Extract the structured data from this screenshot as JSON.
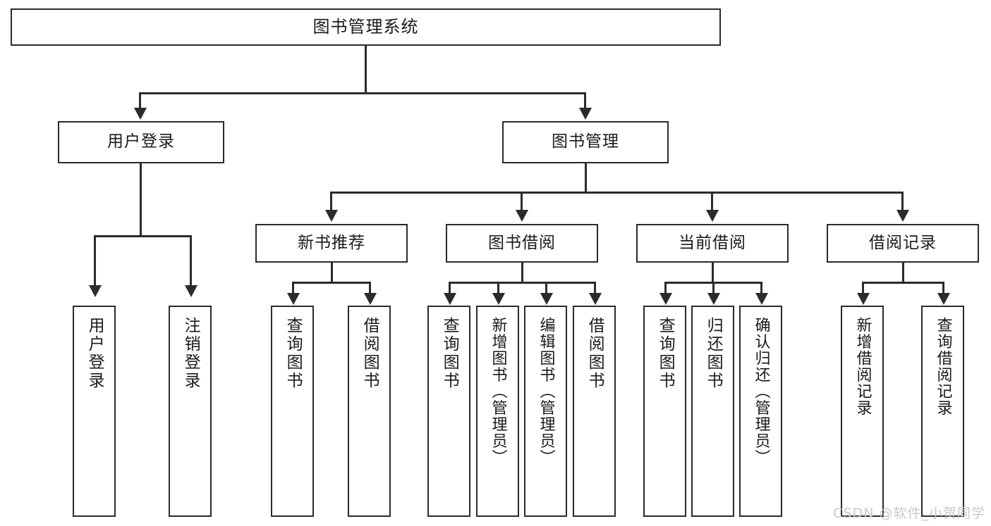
{
  "diagram": {
    "type": "tree-hierarchy",
    "title": "图书管理系统",
    "orientation": "top-down",
    "colors": {
      "box_border": "#2b2b2b",
      "box_fill": "#ffffff",
      "connector": "#2b2b2b",
      "text": "#1a1a1a",
      "watermark": "#c9c9c9",
      "background": "#ffffff"
    }
  },
  "root": {
    "label": "图书管理系统"
  },
  "level2": [
    {
      "label": "用户登录"
    },
    {
      "label": "图书管理"
    }
  ],
  "level3": [
    {
      "label": "新书推荐"
    },
    {
      "label": "图书借阅"
    },
    {
      "label": "当前借阅"
    },
    {
      "label": "借阅记录"
    }
  ],
  "leaves": [
    {
      "label": "用户登录",
      "parent": "用户登录"
    },
    {
      "label": "注销登录",
      "parent": "用户登录"
    },
    {
      "label": "查询图书",
      "parent": "新书推荐"
    },
    {
      "label": "借阅图书",
      "parent": "新书推荐"
    },
    {
      "label": "查询图书",
      "parent": "图书借阅"
    },
    {
      "label": "新增图书（管理员）",
      "parent": "图书借阅"
    },
    {
      "label": "编辑图书（管理员）",
      "parent": "图书借阅"
    },
    {
      "label": "借阅图书",
      "parent": "图书借阅"
    },
    {
      "label": "查询图书",
      "parent": "当前借阅"
    },
    {
      "label": "归还图书",
      "parent": "当前借阅"
    },
    {
      "label": "确认归还（管理员）",
      "parent": "当前借阅"
    },
    {
      "label": "新增借阅记录",
      "parent": "借阅记录"
    },
    {
      "label": "查询借阅记录",
      "parent": "借阅记录"
    }
  ],
  "watermark": {
    "text": "CSDN @软件_小贺同学"
  }
}
